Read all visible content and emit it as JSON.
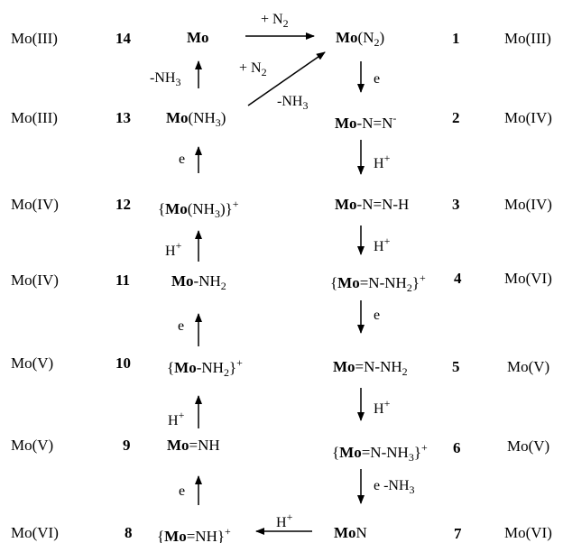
{
  "rows": {
    "r1": {
      "ox_left": "Mo(III)",
      "num_left": "14",
      "left_species": "Mo",
      "num_right": "1",
      "ox_right": "Mo(III)"
    },
    "r2": {
      "ox_left": "Mo(III)",
      "num_left": "13",
      "num_right": "2",
      "ox_right": "Mo(IV)"
    },
    "r3": {
      "ox_left": "Mo(IV)",
      "num_left": "12",
      "num_right": "3",
      "ox_right": "Mo(IV)"
    },
    "r4": {
      "ox_left": "Mo(IV)",
      "num_left": "11",
      "num_right": "4",
      "ox_right": "Mo(VI)"
    },
    "r5": {
      "ox_left": "Mo(V)",
      "num_left": "10",
      "num_right": "5",
      "ox_right": "Mo(V)"
    },
    "r6": {
      "ox_left": "Mo(V)",
      "num_left": "9",
      "num_right": "6",
      "ox_right": "Mo(V)"
    },
    "r7": {
      "ox_left": "Mo(VI)",
      "num_left": "8",
      "num_right": "7",
      "ox_right": "Mo(VI)"
    }
  },
  "species": {
    "s1": {
      "mo": "Mo",
      "t1": "(N",
      "s1": "2",
      "t2": ")"
    },
    "s2": {
      "mo": "Mo",
      "t1": "-N=N",
      "sup": "-"
    },
    "s3": {
      "mo": "Mo",
      "t1": "-N=N-H"
    },
    "s4": {
      "pre": "{",
      "mo": "Mo",
      "t1": "=N-NH",
      "s1": "2",
      "t2": "}",
      "sup": "+"
    },
    "s5": {
      "mo": "Mo",
      "t1": "=N-NH",
      "s1": "2"
    },
    "s6": {
      "pre": "{",
      "mo": "Mo",
      "t1": "=N-NH",
      "s1": "3",
      "t2": "}",
      "sup": "+"
    },
    "s7": {
      "mo": "Mo",
      "t1": "N"
    },
    "s8": {
      "pre": "{",
      "mo": "Mo",
      "t1": "=NH}",
      "sup": "+"
    },
    "s9": {
      "mo": "Mo",
      "t1": "=NH"
    },
    "s10": {
      "pre": "{",
      "mo": "Mo",
      "t1": "-NH",
      "s1": "2",
      "t2": "}",
      "sup": "+"
    },
    "s11": {
      "mo": "Mo",
      "t1": "-NH",
      "s1": "2"
    },
    "s12": {
      "pre": "{",
      "mo": "Mo",
      "t1": "(NH",
      "s1": "3",
      "t2": ")}",
      "sup": "+"
    },
    "s13": {
      "mo": "Mo",
      "t1": "(NH",
      "s1": "3",
      "t2": ")"
    }
  },
  "arrow_labels": {
    "n2_top": {
      "t1": "+ N",
      "s1": "2"
    },
    "n2_diag": {
      "t1": "+ N",
      "s1": "2"
    },
    "nh3_diag": {
      "t1": "-NH",
      "s1": "3"
    },
    "nh3_left": {
      "t1": "-NH",
      "s1": "3"
    },
    "e_1_2": "e",
    "h_2_3": {
      "t1": "H",
      "sup": "+"
    },
    "h_3_4": {
      "t1": "H",
      "sup": "+"
    },
    "e_4_5": "e",
    "h_5_6": {
      "t1": "H",
      "sup": "+"
    },
    "e_6_7": "e -NH",
    "e_6_7_sub": "3",
    "h_7_8": {
      "t1": "H",
      "sup": "+"
    },
    "e_8_9": "e",
    "h_9_10": {
      "t1": "H",
      "sup": "+"
    },
    "e_10_11": "e",
    "h_11_12": {
      "t1": "H",
      "sup": "+"
    },
    "e_12_13": "e"
  }
}
